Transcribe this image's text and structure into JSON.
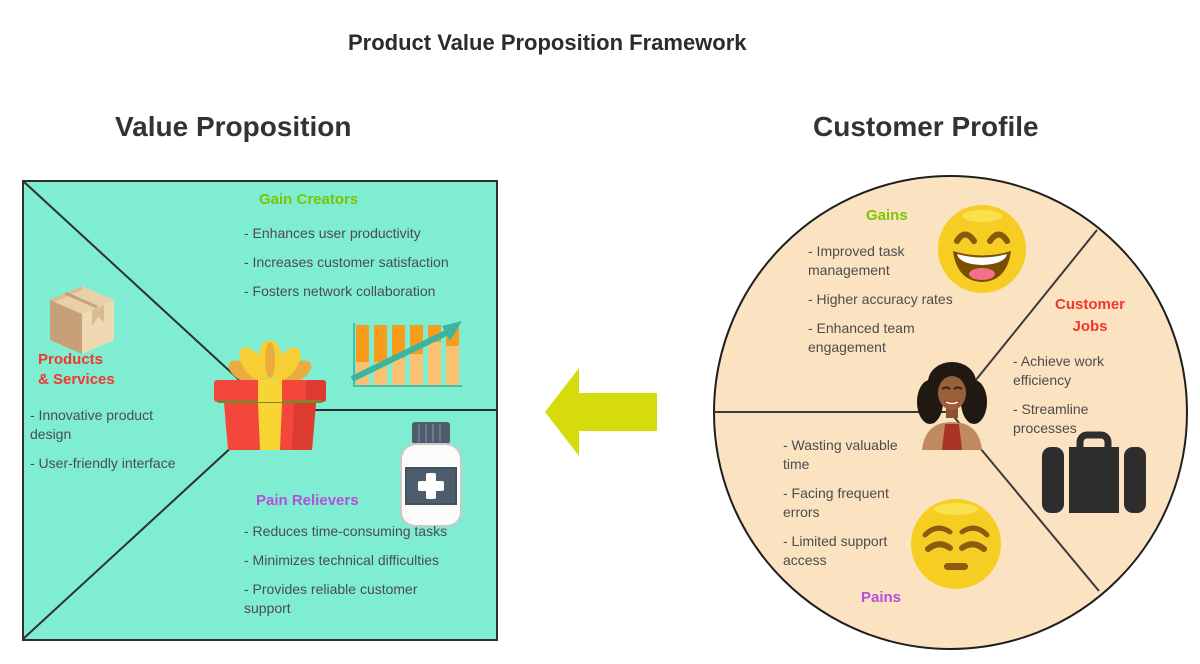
{
  "title": "Product Value Proposition Framework",
  "arrow": {
    "icon": "left-arrow-icon",
    "color": "#D6DC0C"
  },
  "value_proposition": {
    "heading": "Value Proposition",
    "bg_color": "#7FEDD2",
    "border_color": "#2e2e2e",
    "gain_creators": {
      "label": "Gain Creators",
      "color": "#7CC500",
      "items": [
        "- Enhances user productivity",
        "- Increases customer satisfaction",
        "- Fosters network collaboration"
      ]
    },
    "products_services": {
      "label": "Products\n& Services",
      "color": "#F2372B",
      "items": [
        "- Innovative product\ndesign",
        "- User-friendly interface"
      ]
    },
    "pain_relievers": {
      "label": "Pain Relievers",
      "color": "#B44FD8",
      "items": [
        "- Reduces time-consuming tasks",
        "- Minimizes technical difficulties",
        "- Provides reliable customer\nsupport"
      ]
    },
    "icons": [
      "package-icon",
      "gift-icon",
      "bar-chart-icon",
      "medicine-bottle-icon"
    ]
  },
  "customer_profile": {
    "heading": "Customer Profile",
    "bg_color": "#FBE3C1",
    "border_color": "#1f1f1f",
    "gains": {
      "label": "Gains",
      "color": "#7CC500",
      "items": [
        "- Improved task\nmanagement",
        "- Higher accuracy rates",
        "- Enhanced team\nengagement"
      ]
    },
    "customer_jobs": {
      "label": "Customer\nJobs",
      "color": "#F2372B",
      "items": [
        "- Achieve work\nefficiency",
        "- Streamline\nprocesses"
      ]
    },
    "pains": {
      "label": "Pains",
      "color": "#B44FD8",
      "items": [
        "- Wasting valuable\ntime",
        "- Facing frequent\nerrors",
        "- Limited support\naccess"
      ]
    },
    "icons": [
      "happy-emoji-icon",
      "pensive-emoji-icon",
      "woman-avatar",
      "briefcase-icon"
    ]
  }
}
